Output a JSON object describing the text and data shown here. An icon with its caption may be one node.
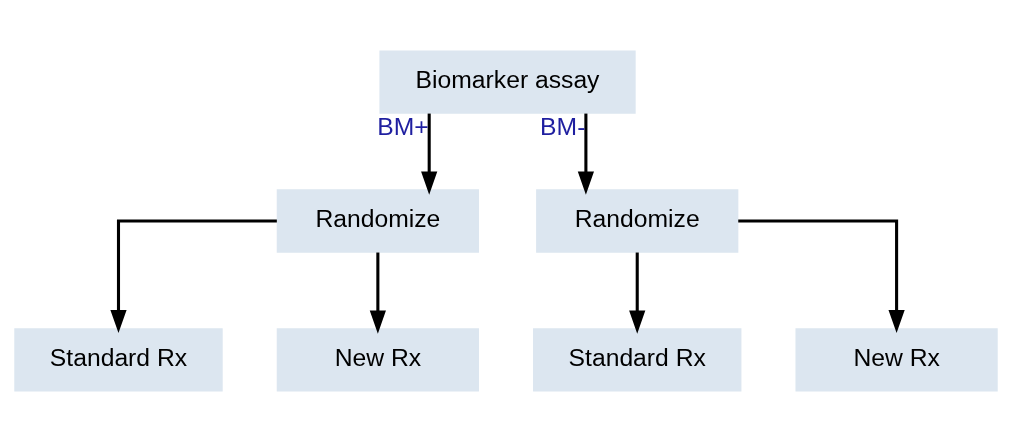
{
  "diagram": {
    "nodes": [
      {
        "text": [
          "Biomarker assay"
        ]
      },
      {
        "text": [
          "Randomize"
        ]
      },
      {
        "text": [
          "Randomize"
        ]
      },
      {
        "text": [
          "Standard Rx"
        ]
      },
      {
        "text": [
          "New Rx"
        ]
      },
      {
        "text": [
          "Standard Rx"
        ]
      },
      {
        "text": [
          "New Rx"
        ]
      }
    ],
    "edges": [
      {
        "from": 0,
        "to": 1,
        "arrow": "to",
        "label": "BM+"
      },
      {
        "from": 0,
        "to": 2,
        "arrow": "to",
        "label": "BM-"
      },
      {
        "from": 1,
        "to": 3,
        "arrow": "to"
      },
      {
        "from": 1,
        "to": 4,
        "arrow": "to"
      },
      {
        "from": 2,
        "to": 5,
        "arrow": "to"
      },
      {
        "from": 2,
        "to": 6,
        "arrow": "to"
      }
    ]
  }
}
